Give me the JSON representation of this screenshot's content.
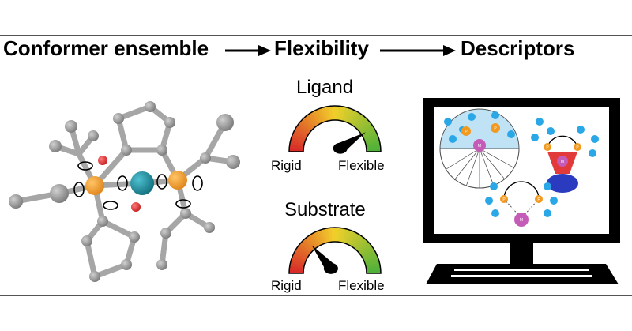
{
  "header": {
    "step1": "Conformer ensemble",
    "step2": "Flexibility",
    "step3": "Descriptors"
  },
  "gauges": [
    {
      "title": "Ligand",
      "low_label": "Rigid",
      "high_label": "Flexible",
      "level": 0.82
    },
    {
      "title": "Substrate",
      "low_label": "Rigid",
      "high_label": "Flexible",
      "level": 0.28
    }
  ],
  "molecule": {
    "atom_colors": {
      "carbon": "#8c8c8c",
      "phosphorus": "#f29a1f",
      "metal": "#1f8fa0",
      "oxygen": "#e23a3a"
    }
  },
  "monitor": {
    "atom_labels": {
      "phosphorus": "P",
      "metal": "M"
    },
    "colors": {
      "frame": "#000000",
      "screen": "#ffffff",
      "substituent": "#2aa7e6",
      "metal": "#c35bb7",
      "phosphorus": "#f29a1f"
    }
  }
}
